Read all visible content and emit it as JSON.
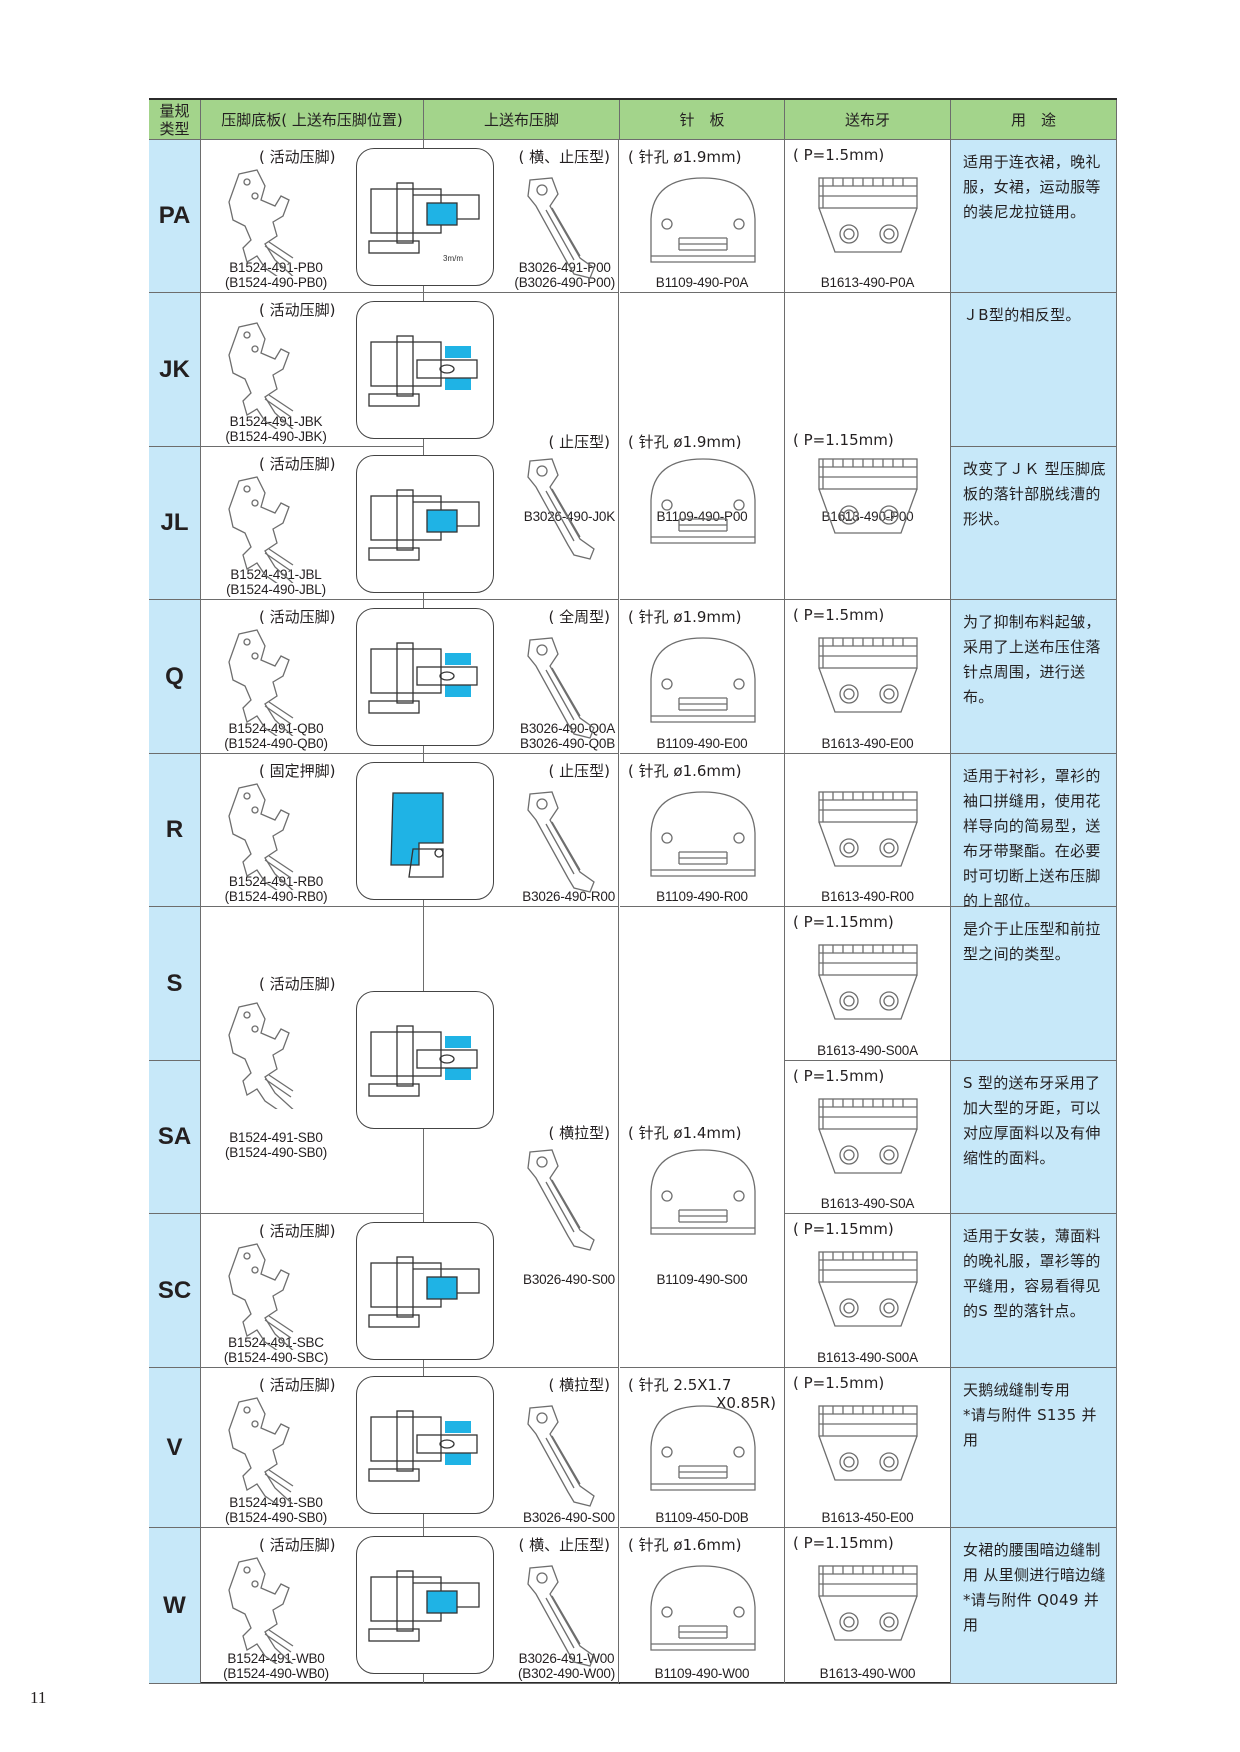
{
  "header": [
    "量规\n类型",
    "压脚底板( 上送布压脚位置)",
    "上送布压脚",
    "针　板",
    "送布牙",
    "用　途"
  ],
  "types": [
    "PA",
    "JK",
    "JL",
    "Q",
    "R",
    "S",
    "SA",
    "SC",
    "V",
    "W"
  ],
  "foot_cells": [
    {
      "rows": [
        0
      ],
      "label": "( 活动压脚)",
      "parts": [
        "B1524-491-PB0",
        "(B1524-490-PB0)"
      ],
      "diagram_note": "3m/m"
    },
    {
      "rows": [
        1
      ],
      "label": "( 活动压脚)",
      "parts": [
        "B1524-491-JBK",
        "(B1524-490-JBK)"
      ]
    },
    {
      "rows": [
        2
      ],
      "label": "( 活动压脚)",
      "parts": [
        "B1524-491-JBL",
        "(B1524-490-JBL)"
      ]
    },
    {
      "rows": [
        3
      ],
      "label": "( 活动压脚)",
      "parts": [
        "B1524-491-QB0",
        "(B1524-490-QB0)"
      ]
    },
    {
      "rows": [
        4
      ],
      "label": "( 固定押脚)",
      "parts": [
        "B1524-491-RB0",
        "(B1524-490-RB0)"
      ]
    },
    {
      "rows": [
        5,
        6
      ],
      "label": "( 活动压脚)",
      "parts": [
        "B1524-491-SB0",
        "(B1524-490-SB0)"
      ]
    },
    {
      "rows": [
        7
      ],
      "label": "( 活动压脚)",
      "parts": [
        "B1524-491-SBC",
        "(B1524-490-SBC)"
      ]
    },
    {
      "rows": [
        8
      ],
      "label": "( 活动压脚)",
      "parts": [
        "B1524-491-SB0",
        "(B1524-490-SB0)"
      ]
    },
    {
      "rows": [
        9
      ],
      "label": "( 活动压脚)",
      "parts": [
        "B1524-491-WB0",
        "(B1524-490-WB0)"
      ]
    }
  ],
  "presser_cells": [
    {
      "rows": [
        0
      ],
      "label": "( 横、止压型)",
      "parts": [
        "B3026-491-P00",
        "(B3026-490-P00)"
      ]
    },
    {
      "rows": [
        1,
        2
      ],
      "label": "( 止压型)",
      "parts": [
        "B3026-490-J0K"
      ]
    },
    {
      "rows": [
        3
      ],
      "label": "( 全周型)",
      "parts": [
        "B3026-490-Q0A",
        "B3026-490-Q0B"
      ]
    },
    {
      "rows": [
        4
      ],
      "label": "( 止压型)",
      "parts": [
        "B3026-490-R00"
      ]
    },
    {
      "rows": [
        5,
        6,
        7
      ],
      "label": "( 横拉型)",
      "parts": [
        "B3026-490-S00"
      ]
    },
    {
      "rows": [
        8
      ],
      "label": "( 横拉型)",
      "parts": [
        "B3026-490-S00"
      ]
    },
    {
      "rows": [
        9
      ],
      "label": "( 横、止压型)",
      "parts": [
        "B3026-491-W00",
        "(B302-490-W00)"
      ]
    }
  ],
  "plate_cells": [
    {
      "rows": [
        0
      ],
      "label": "( 针孔 ø1.9mm)",
      "parts": [
        "B1109-490-P0A"
      ]
    },
    {
      "rows": [
        1,
        2
      ],
      "label": "( 针孔 ø1.9mm)",
      "parts": [
        "B1109-490-P00"
      ]
    },
    {
      "rows": [
        3
      ],
      "label": "( 针孔 ø1.9mm)",
      "parts": [
        "B1109-490-E00"
      ]
    },
    {
      "rows": [
        4
      ],
      "label": "( 针孔 ø1.6mm)",
      "parts": [
        "B1109-490-R00"
      ]
    },
    {
      "rows": [
        5,
        6,
        7
      ],
      "label": "( 针孔 ø1.4mm)",
      "parts": [
        "B1109-490-S00"
      ]
    },
    {
      "rows": [
        8
      ],
      "label": "( 针孔 2.5X1.7",
      "label2": "X0.85R)",
      "parts": [
        "B1109-450-D0B"
      ]
    },
    {
      "rows": [
        9
      ],
      "label": "( 针孔 ø1.6mm)",
      "parts": [
        "B1109-490-W00"
      ]
    }
  ],
  "feed_cells": [
    {
      "rows": [
        0
      ],
      "label": "( P=1.5mm)",
      "parts": [
        "B1613-490-P0A"
      ]
    },
    {
      "rows": [
        1,
        2
      ],
      "label": "( P=1.15mm)",
      "parts": [
        "B1613-490-P00"
      ]
    },
    {
      "rows": [
        3
      ],
      "label": "( P=1.5mm)",
      "parts": [
        "B1613-490-E00"
      ]
    },
    {
      "rows": [
        4
      ],
      "label": "",
      "parts": [
        "B1613-490-R00"
      ]
    },
    {
      "rows": [
        5
      ],
      "label": "( P=1.15mm)",
      "parts": [
        "B1613-490-S00A"
      ]
    },
    {
      "rows": [
        6
      ],
      "label": "( P=1.5mm)",
      "parts": [
        "B1613-490-S0A"
      ]
    },
    {
      "rows": [
        7
      ],
      "label": "( P=1.15mm)",
      "parts": [
        "B1613-490-S00A"
      ]
    },
    {
      "rows": [
        8
      ],
      "label": "( P=1.5mm)",
      "parts": [
        "B1613-450-E00"
      ]
    },
    {
      "rows": [
        9
      ],
      "label": "( P=1.15mm)",
      "parts": [
        "B1613-490-W00"
      ]
    }
  ],
  "usage_cells": [
    {
      "rows": [
        0
      ],
      "text": "适用于连衣裙，晚礼服，女裙，运动服等的装尼龙拉链用。"
    },
    {
      "rows": [
        1
      ],
      "text": "ＪB型的相反型。"
    },
    {
      "rows": [
        2
      ],
      "text": "改变了ＪＫ 型压脚底板的落针部脱线漕的形状。"
    },
    {
      "rows": [
        3
      ],
      "text": "为了抑制布料起皱，采用了上送布压住落针点周围，进行送布。"
    },
    {
      "rows": [
        4
      ],
      "text": "适用于衬衫，罩衫的袖口拼缝用，使用花样导向的简易型，送布牙带聚酯。在必要时可切断上送布压脚的上部位。"
    },
    {
      "rows": [
        5
      ],
      "text": "是介于止压型和前拉型之间的类型。"
    },
    {
      "rows": [
        6
      ],
      "text": "S 型的送布牙采用了加大型的牙距，可以对应厚面料以及有伸缩性的面料。"
    },
    {
      "rows": [
        7
      ],
      "text": "适用于女装，薄面料的晚礼服，罩衫等的平缝用，容易看得见的S 型的落针点。"
    },
    {
      "rows": [
        8
      ],
      "text": "天鹅绒缝制专用\n*请与附件 S135 并用"
    },
    {
      "rows": [
        9
      ],
      "text": "女裙的腰围暗边缝制用 从里侧进行暗边缝\n*请与附件 Q049 并用"
    }
  ],
  "page_number": "11",
  "colors": {
    "header_bg": "#a3d48b",
    "side_bg": "#c7e8f9",
    "accent_blue": "#1fb3e5"
  }
}
